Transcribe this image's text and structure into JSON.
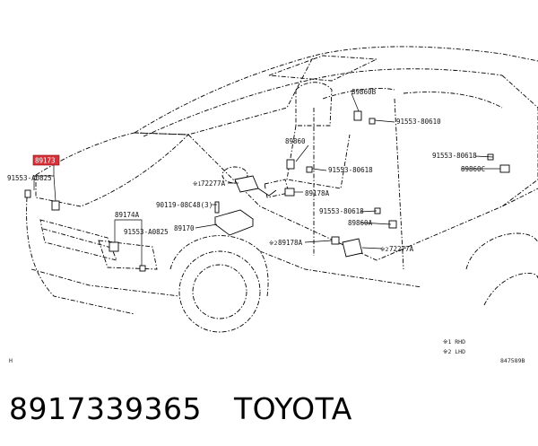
{
  "highlight_callout": "89173",
  "callouts": [
    "89860B",
    "91553-80610",
    "89860",
    "91553-80618",
    "91553-80618",
    "89860C",
    "91553-A0825",
    "72277A",
    "89178A",
    "90119-08C48(3)",
    "89174A",
    "91553-80618",
    "91553-A0825",
    "89860A",
    "89170",
    "89178A",
    "72277A"
  ],
  "marks": [
    "※1",
    "※2",
    "※2"
  ],
  "legend": {
    "mark1": "※1 RHD",
    "mark2": "※2 LHD"
  },
  "corner_mark": "H",
  "drawing_id": "847589B",
  "footer": {
    "part_number": "8917339365",
    "brand": "TOYOTA"
  }
}
